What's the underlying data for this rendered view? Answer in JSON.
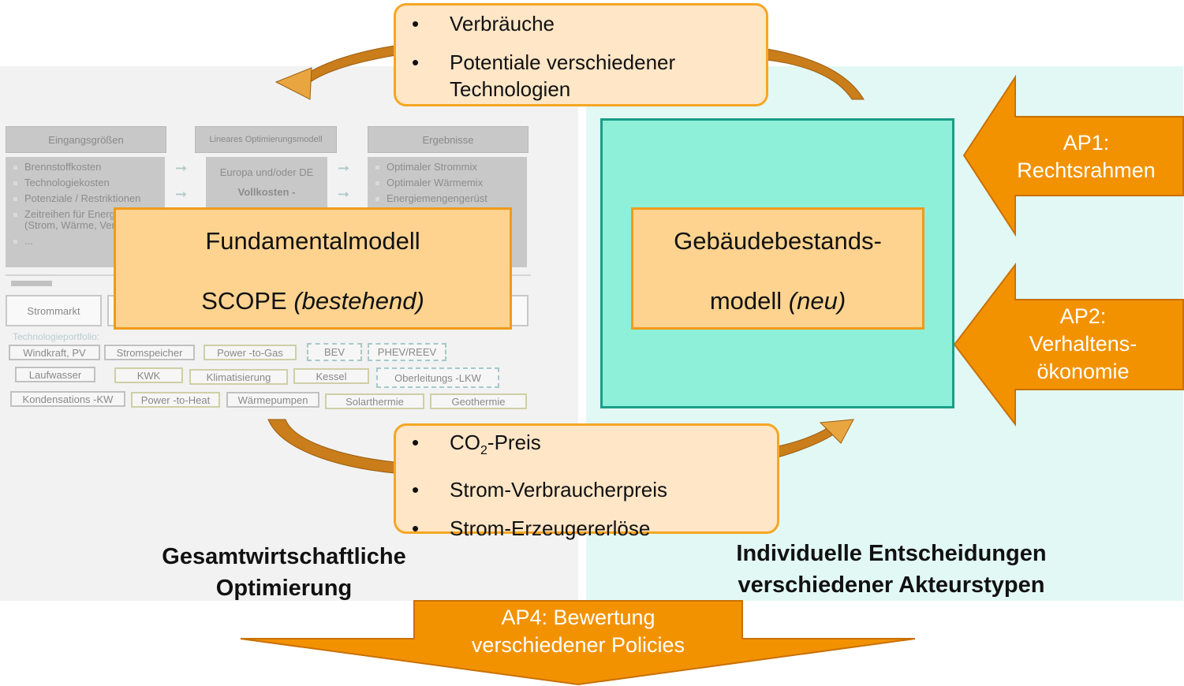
{
  "top_callout": {
    "items": [
      "Verbräuche",
      "Potentiale verschiedener Technologien"
    ]
  },
  "bottom_callout": {
    "items": [
      {
        "prefix": "CO",
        "sub": "2",
        "suffix": "-Preis"
      },
      "Strom-Verbraucherpreis",
      "Strom-Erzeugererlöse"
    ]
  },
  "fundamental": {
    "title": "Fundamentalmodell",
    "name": "SCOPE",
    "status": "(bestehend)"
  },
  "gebaeude": {
    "line1": "Gebäudebestands-",
    "line2": "modell",
    "status": "(neu)"
  },
  "ap1": {
    "line1": "AP1:",
    "line2": "Rechtsrahmen"
  },
  "ap2": {
    "line1": "AP2:",
    "line2": "Verhaltens-",
    "line3": "ökonomie"
  },
  "ap4": {
    "line1": "AP4: Bewertung",
    "line2": "verschiedener Policies"
  },
  "left_caption": {
    "line1": "Gesamtwirtschaftliche",
    "line2": "Optimierung"
  },
  "right_caption": {
    "line1": "Individuelle Entscheidungen",
    "line2": "verschiedener Akteurstypen"
  },
  "bg_model": {
    "header_inputs": "Eingangsgrößen",
    "header_model": "Lineares Optimierungsmodell",
    "header_results": "Ergebnisse",
    "inputs": [
      "Brennstoffkosten",
      "Technologiekosten",
      "Potenziale / Restriktionen",
      "Zeitreihen für Energiebedarfe (Strom, Wärme, Verkehr)",
      "..."
    ],
    "model_lines": [
      "Europa und/oder DE",
      "Vollkosten -"
    ],
    "results": [
      "Optimaler Strommix",
      "Optimaler Wärmemix",
      "Energiemengengerüst"
    ],
    "strommarkt": "Strommarkt",
    "tech_portfolio_label": "Technologieportfolio:",
    "tech_row1": [
      "Windkraft, PV",
      "Stromspeicher",
      "Power -to-Gas",
      "BEV",
      "PHEV/REEV"
    ],
    "tech_row2": [
      "Laufwasser",
      "KWK",
      "Klimatisierung",
      "Kessel",
      "Oberleitungs -LKW"
    ],
    "tech_row3": [
      "Kondensations -KW",
      "Power -to-Heat",
      "Wärmepumpen",
      "Solarthermie",
      "Geothermie"
    ]
  },
  "colors": {
    "orange": "#f39200",
    "teal_fill": "#8ff0d9",
    "teal_border": "#1a9e86",
    "arrow_brown": "#c97d1b"
  }
}
